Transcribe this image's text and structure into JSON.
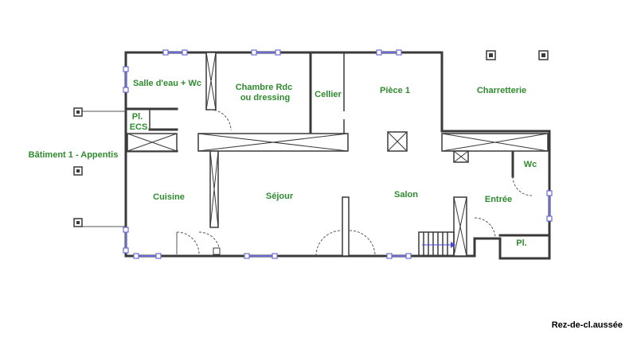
{
  "plan": {
    "rooms": [
      {
        "key": "salle-eau",
        "lines": [
          "Salle d'eau + Wc"
        ]
      },
      {
        "key": "chambre",
        "lines": [
          "Chambre Rdc",
          "ou dressing"
        ]
      },
      {
        "key": "cellier",
        "lines": [
          "Cellier"
        ]
      },
      {
        "key": "piece1",
        "lines": [
          "Pièce 1"
        ]
      },
      {
        "key": "charretterie",
        "lines": [
          "Charretterie"
        ]
      },
      {
        "key": "pl-ecs",
        "lines": [
          "Pl.",
          "ECS"
        ]
      },
      {
        "key": "batiment",
        "lines": [
          "Bâtiment 1 - Appentis"
        ]
      },
      {
        "key": "wc",
        "lines": [
          "Wc"
        ]
      },
      {
        "key": "cuisine",
        "lines": [
          "Cuisine"
        ]
      },
      {
        "key": "sejour",
        "lines": [
          "Séjour"
        ]
      },
      {
        "key": "salon",
        "lines": [
          "Salon"
        ]
      },
      {
        "key": "entree",
        "lines": [
          "Entrée"
        ]
      },
      {
        "key": "pl",
        "lines": [
          "Pl."
        ]
      }
    ],
    "caption": "Rez-de-cl.aussée",
    "colors": {
      "label": "#2e8b2e",
      "wall": "#3a3a3a",
      "window": "#6a6ad6"
    }
  }
}
